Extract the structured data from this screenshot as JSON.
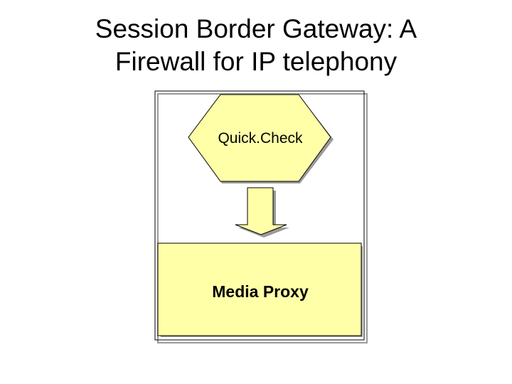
{
  "title": {
    "line1": "Session Border Gateway: A",
    "line2": "Firewall for IP telephony"
  },
  "diagram": {
    "top_node_label": "Quick.Check",
    "bottom_node_label": "Media Proxy",
    "colors": {
      "fill": "#FFFFA8",
      "stroke": "#000000",
      "frame_stroke": "#000000",
      "shadow": "#9a9a9a"
    }
  }
}
